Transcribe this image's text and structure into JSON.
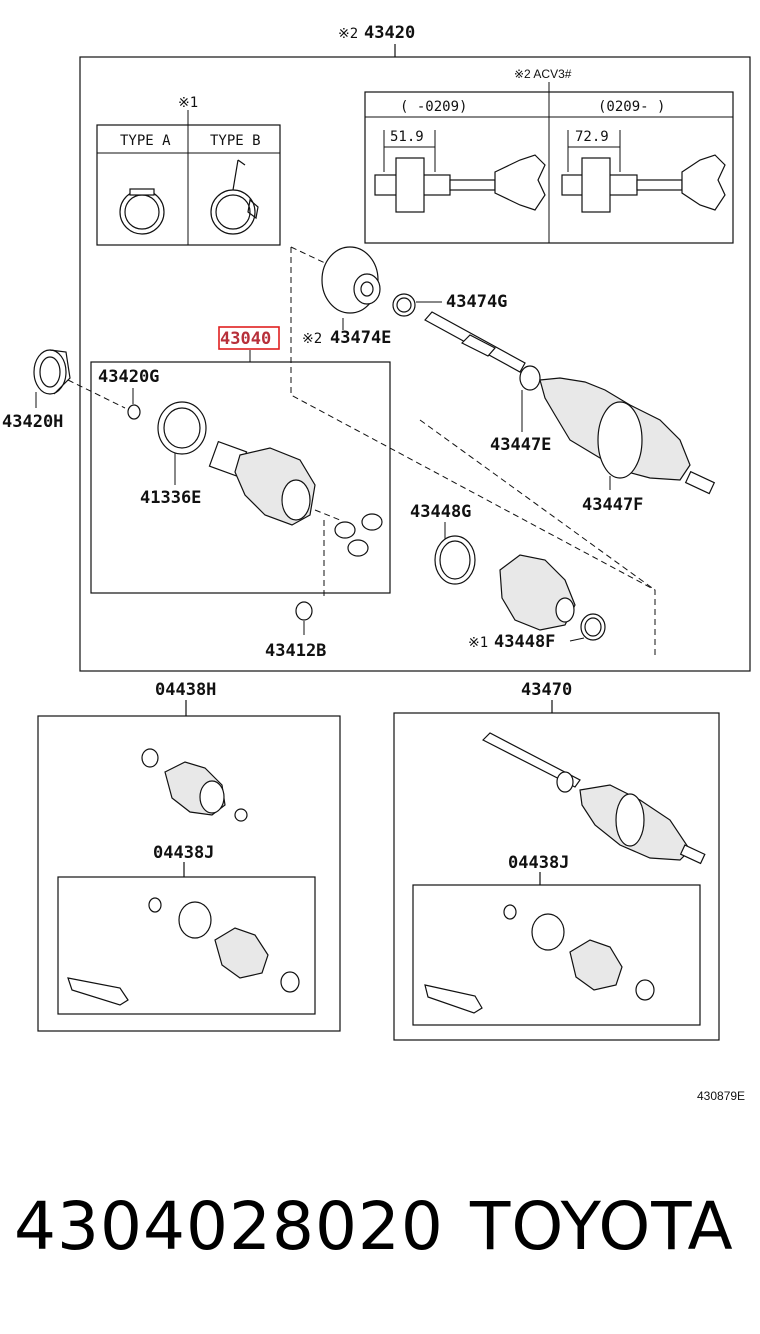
{
  "labels": {
    "assembly_top": "43420",
    "note_mark_2": "※2",
    "note_mark_1": "※1",
    "acv_note": "※2 ACV3#",
    "range_left": "(      -0209)",
    "range_right": "(0209-      )",
    "dim_left": "51.9",
    "dim_right": "72.9",
    "type_a": "TYPE A",
    "type_b": "TYPE B",
    "p43474g": "43474G",
    "p43474e": "43474E",
    "p43040": "43040",
    "p43420g": "43420G",
    "p43420h": "43420H",
    "p41336e": "41336E",
    "p43447e": "43447E",
    "p43447f": "43447F",
    "p43448g": "43448G",
    "p43448f": "43448F",
    "p43412b": "43412B",
    "p04438h": "04438H",
    "p04438j_left": "04438J",
    "p43470": "43470",
    "p04438j_right": "04438J",
    "figure_code": "430879E"
  },
  "footer": {
    "part_number": "4304028020",
    "brand": "TOYOTA"
  },
  "colors": {
    "highlight": "#e02020",
    "highlight_text": "#b7303a",
    "ink": "#111111"
  }
}
